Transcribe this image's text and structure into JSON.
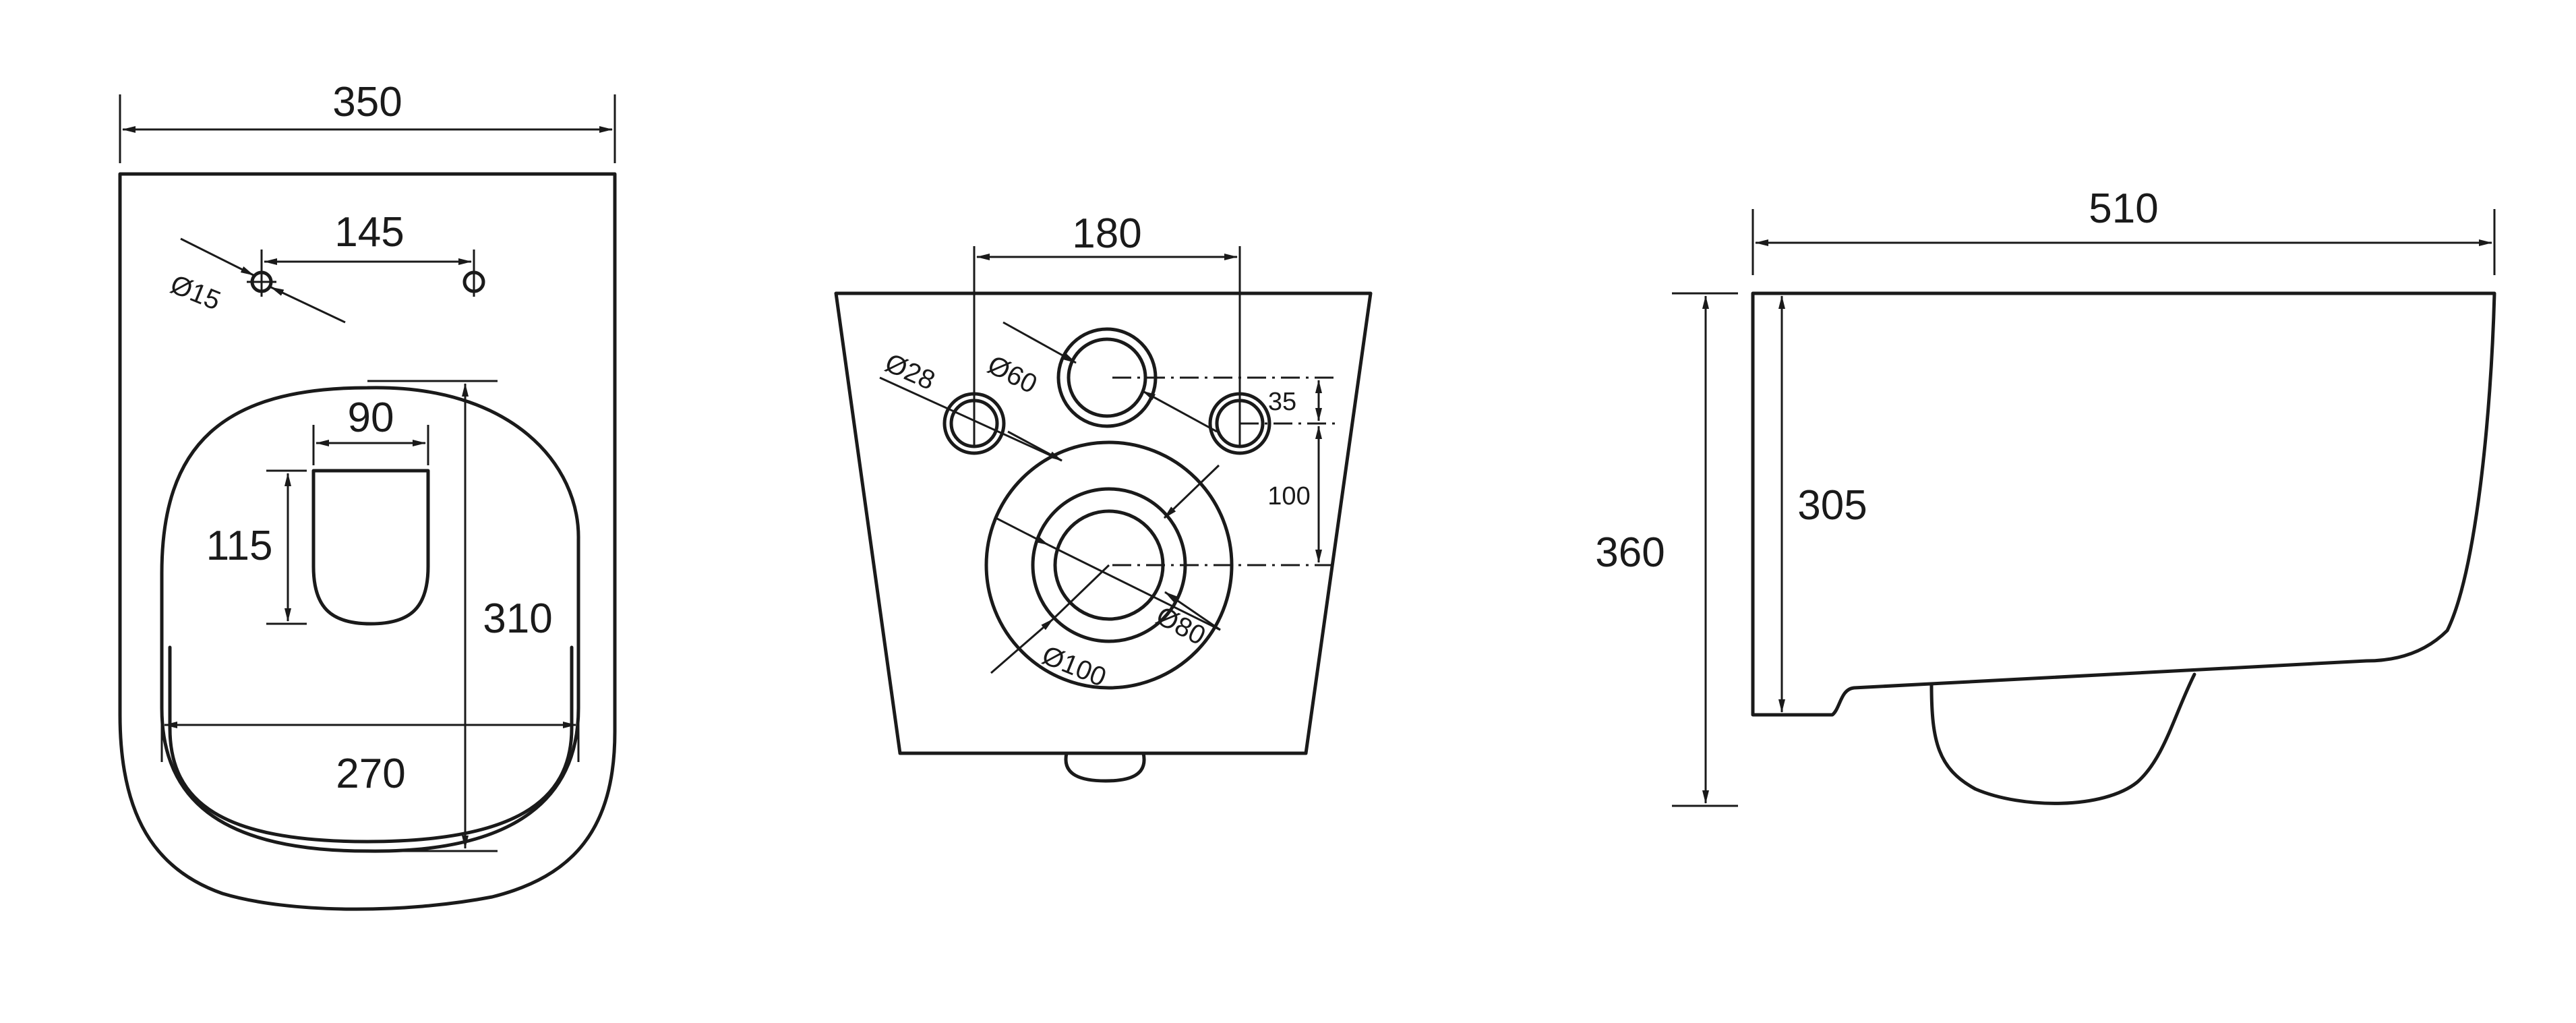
{
  "views": {
    "top": {
      "width": "350",
      "hole_spacing": "145",
      "hole_dia": "15",
      "opening_width": "90",
      "opening_length": "115",
      "bowl_length": "310",
      "bowl_width": "270"
    },
    "back": {
      "bolt_spacing": "180",
      "bolt_dia": "28",
      "inlet_dia": "60",
      "offset_small": "35",
      "offset_large": "100",
      "outlet_inner_dia": "80",
      "outlet_outer_dia": "100"
    },
    "side": {
      "depth": "510",
      "height": "360",
      "inner_height": "305"
    }
  },
  "symbols": {
    "diameter": "Ø"
  }
}
